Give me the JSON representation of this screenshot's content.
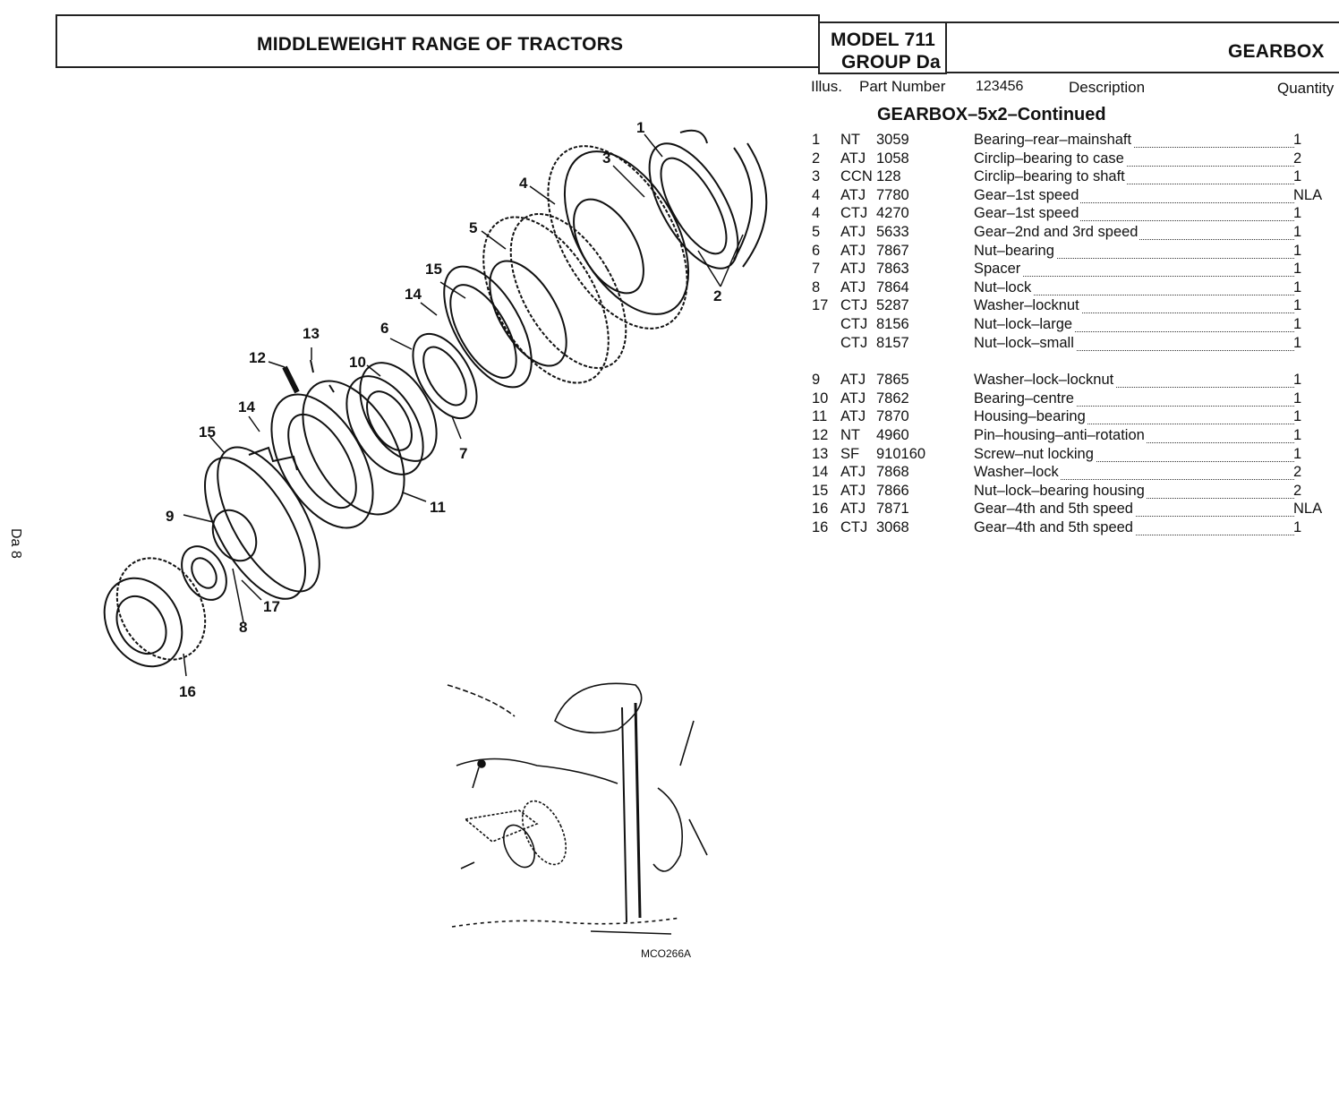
{
  "header": {
    "range_title": "MIDDLEWEIGHT RANGE OF TRACTORS",
    "model": "MODEL 711",
    "group": "GROUP Da",
    "section": "GEARBOX"
  },
  "columns": {
    "illus": "Illus.",
    "part_number": "Part Number",
    "ref": "123456",
    "description": "Description",
    "quantity": "Quantity"
  },
  "section_title": "GEARBOX–5x2–Continued",
  "side_label": "Da 8",
  "figure_code": "MCO266A",
  "parts": [
    {
      "illus": "1",
      "prefix": "NT",
      "number": "3059",
      "desc": "Bearing–rear–mainshaft",
      "qty": "1"
    },
    {
      "illus": "2",
      "prefix": "ATJ",
      "number": "1058",
      "desc": "Circlip–bearing to case",
      "qty": "2"
    },
    {
      "illus": "3",
      "prefix": "CCN",
      "number": "128",
      "desc": "Circlip–bearing to shaft",
      "qty": "1"
    },
    {
      "illus": "4",
      "prefix": "ATJ",
      "number": "7780",
      "desc": "Gear–1st speed",
      "qty": "NLA"
    },
    {
      "illus": "4",
      "prefix": "CTJ",
      "number": "4270",
      "desc": "Gear–1st speed",
      "qty": "1"
    },
    {
      "illus": "5",
      "prefix": "ATJ",
      "number": "5633",
      "desc": "Gear–2nd and 3rd speed",
      "qty": "1"
    },
    {
      "illus": "6",
      "prefix": "ATJ",
      "number": "7867",
      "desc": "Nut–bearing",
      "qty": "1"
    },
    {
      "illus": "7",
      "prefix": "ATJ",
      "number": "7863",
      "desc": "Spacer",
      "qty": "1"
    },
    {
      "illus": "8",
      "prefix": "ATJ",
      "number": "7864",
      "desc": "Nut–lock",
      "qty": "1"
    },
    {
      "illus": "17",
      "prefix": "CTJ",
      "number": "5287",
      "desc": "Washer–locknut",
      "qty": "1"
    },
    {
      "illus": "",
      "prefix": "CTJ",
      "number": "8156",
      "desc": "Nut–lock–large",
      "qty": "1"
    },
    {
      "illus": "",
      "prefix": "CTJ",
      "number": "8157",
      "desc": "Nut–lock–small",
      "qty": "1"
    },
    {
      "illus": "9",
      "prefix": "ATJ",
      "number": "7865",
      "desc": "Washer–lock–locknut",
      "qty": "1"
    },
    {
      "illus": "10",
      "prefix": "ATJ",
      "number": "7862",
      "desc": "Bearing–centre",
      "qty": "1"
    },
    {
      "illus": "11",
      "prefix": "ATJ",
      "number": "7870",
      "desc": "Housing–bearing",
      "qty": "1"
    },
    {
      "illus": "12",
      "prefix": "NT",
      "number": "4960",
      "desc": "Pin–housing–anti–rotation",
      "qty": "1"
    },
    {
      "illus": "13",
      "prefix": "SF",
      "number": "910160",
      "desc": "Screw–nut locking",
      "qty": "1"
    },
    {
      "illus": "14",
      "prefix": "ATJ",
      "number": "7868",
      "desc": "Washer–lock",
      "qty": "2"
    },
    {
      "illus": "15",
      "prefix": "ATJ",
      "number": "7866",
      "desc": "Nut–lock–bearing housing",
      "qty": "2"
    },
    {
      "illus": "16",
      "prefix": "ATJ",
      "number": "7871",
      "desc": "Gear–4th and 5th speed",
      "qty": "NLA"
    },
    {
      "illus": "16",
      "prefix": "CTJ",
      "number": "3068",
      "desc": "Gear–4th and 5th speed",
      "qty": "1"
    }
  ],
  "callouts": [
    "1",
    "2",
    "3",
    "4",
    "5",
    "6",
    "7",
    "8",
    "9",
    "10",
    "11",
    "12",
    "13",
    "14",
    "15",
    "16",
    "17"
  ]
}
